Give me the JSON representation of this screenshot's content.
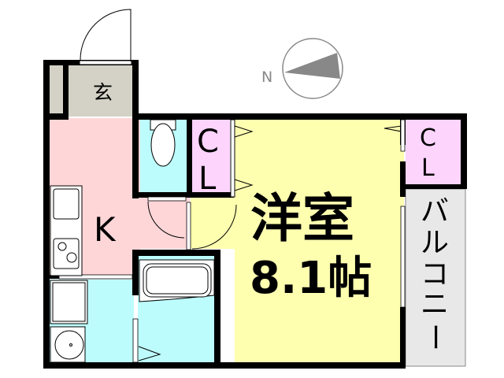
{
  "compass": {
    "label": "N",
    "icon": "north-arrow-icon"
  },
  "rooms": {
    "entrance": "玄",
    "kitchen": "K",
    "closet_1": [
      "C",
      "L"
    ],
    "closet_2": [
      "C",
      "L"
    ],
    "western_room": {
      "name": "洋室",
      "size": "8.1帖"
    },
    "balcony": [
      "バ",
      "ル",
      "コ",
      "ニ",
      "ー"
    ]
  },
  "colors": {
    "entrance": "#d4d2c6",
    "kitchen": "#ffd6d8",
    "wet_area": "#bdfcfc",
    "closet": "#fcd4fc",
    "western_room": "#ffffb0",
    "balcony": "#e8e8e8",
    "wall": "#000000"
  }
}
